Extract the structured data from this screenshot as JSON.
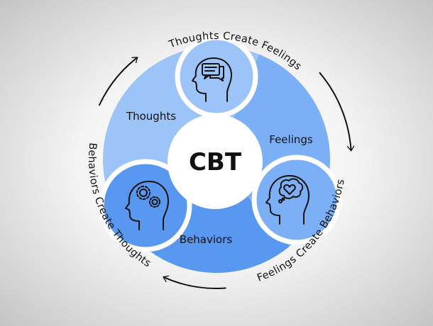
{
  "center": {
    "title": "CBT"
  },
  "segments": [
    {
      "label": "Thoughts",
      "color": "#9dc4f8",
      "icon": "head-speech-bubbles-icon"
    },
    {
      "label": "Feelings",
      "color": "#7cb0f6",
      "icon": "head-heart-thought-icon"
    },
    {
      "label": "Behaviors",
      "color": "#5898f0",
      "icon": "head-gears-icon"
    }
  ],
  "cycle": {
    "thoughts_to_feelings": "Thoughts Create Feelings",
    "feelings_to_behaviors": "Feelings Create Behaviors",
    "behaviors_to_thoughts": "Behaviors Create Thoughts"
  }
}
